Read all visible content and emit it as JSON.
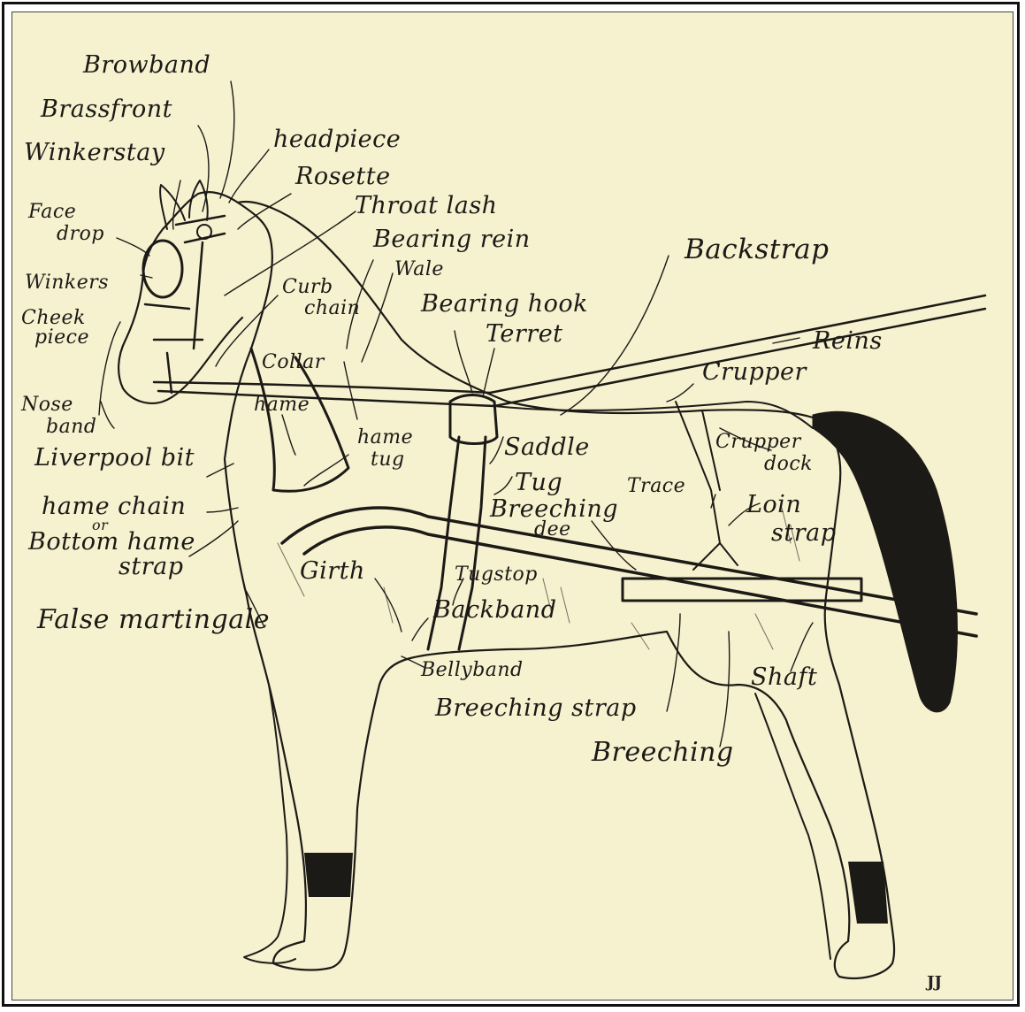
{
  "labels": {
    "browband": "Browband",
    "brassfront": "Brassfront",
    "winkerstay": "Winkerstay",
    "headpiece": "headpiece",
    "rosette": "Rosette",
    "throat_lash": "Throat lash",
    "face_drop_1": "Face",
    "face_drop_2": "drop",
    "bearing_rein": "Bearing rein",
    "backstrap": "Backstrap",
    "winkers": "Winkers",
    "wale": "Wale",
    "curb_chain_1": "Curb",
    "curb_chain_2": "chain",
    "bearing_hook": "Bearing hook",
    "cheek_piece_1": "Cheek",
    "cheek_piece_2": "piece",
    "terret": "Terret",
    "reins": "Reins",
    "collar": "Collar",
    "crupper": "Crupper",
    "hame": "hame",
    "nose_band_1": "Nose",
    "nose_band_2": "band",
    "hame_tug_1": "hame",
    "hame_tug_2": "tug",
    "saddle": "Saddle",
    "crupper_dock_1": "Crupper",
    "crupper_dock_2": "dock",
    "liverpool_bit": "Liverpool bit",
    "tug": "Tug",
    "trace": "Trace",
    "hame_chain": "hame chain",
    "or": "or",
    "breeching_dee_1": "Breeching",
    "breeching_dee_2": "dee",
    "loin_strap_1": "Loin",
    "loin_strap_2": "strap",
    "bottom_hame_strap_1": "Bottom hame",
    "bottom_hame_strap_2": "strap",
    "girth": "Girth",
    "tugstop": "Tugstop",
    "false_martingale": "False martingale",
    "backband": "Backband",
    "bellyband": "Bellyband",
    "shaft": "Shaft",
    "breeching_strap": "Breeching strap",
    "breeching": "Breeching",
    "signature": "JJ"
  },
  "colors": {
    "paper": "#f6f1cf",
    "ink": "#1c1a16",
    "frame": "#111111"
  }
}
